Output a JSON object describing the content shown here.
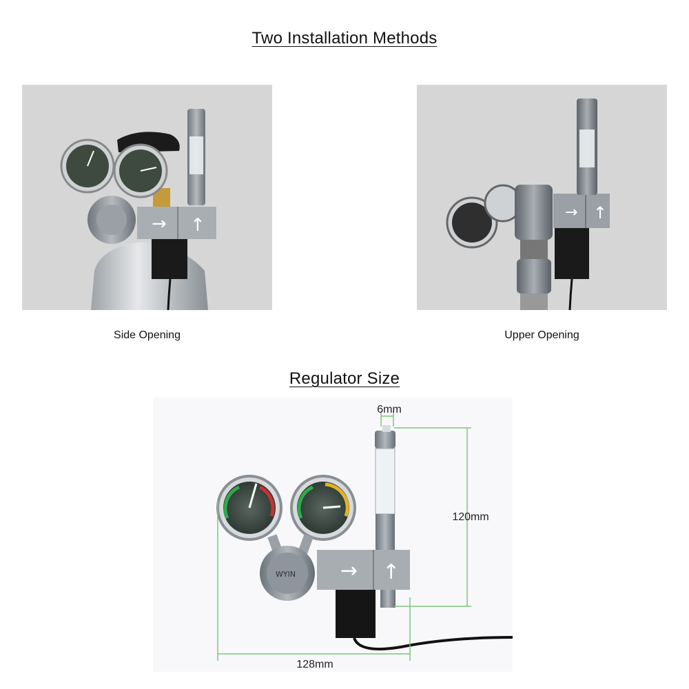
{
  "headings": {
    "installation": "Two Installation Methods",
    "size": "Regulator Size"
  },
  "captions": {
    "left": "Side Opening",
    "right": "Upper Opening"
  },
  "dimensions": {
    "tip": "6mm",
    "height": "120mm",
    "width": "128mm"
  },
  "colors": {
    "photo_bg": "#d6d6d6",
    "dimension_line": "#7cc47c",
    "body_metal": "#8e959c"
  }
}
